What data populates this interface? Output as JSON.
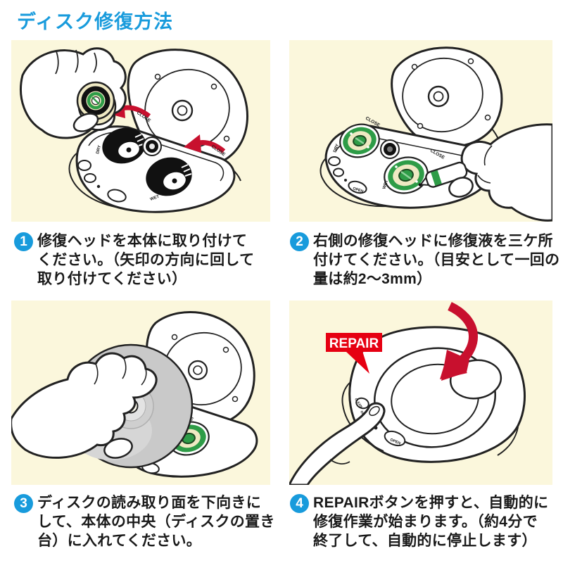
{
  "title": "ディスク修復方法",
  "steps": [
    {
      "num": "1",
      "lines": [
        "修復ヘッドを本体に取り付けて",
        "ください。（矢印の方向に回して",
        "取り付けてください）"
      ]
    },
    {
      "num": "2",
      "lines": [
        "右側の修復ヘッドに修復液を三ケ所",
        "付けてください。（目安として一回の",
        "量は約2〜3mm）"
      ]
    },
    {
      "num": "3",
      "lines": [
        "ディスクの読み取り面を下向きに",
        "して、本体の中央（ディスクの置き",
        "台）に入れてください。"
      ]
    },
    {
      "num": "4",
      "lines": [
        "REPAIRボタンを押すと、自動的に",
        "修復作業が始まります。（約4分で",
        "終了して、自動的に停止します）"
      ]
    }
  ],
  "device_labels": {
    "dry": "DRY",
    "wet": "WET",
    "close": "CLOSE",
    "open": "OPEN",
    "clean": "CLEAN",
    "repair": "REPAIR"
  },
  "callout": {
    "repair": "REPAIR"
  },
  "colors": {
    "title_blue": "#189BDC",
    "badge_blue": "#189BDC",
    "panel_cream": "#FBF7DC",
    "arrow_red": "#C8102E",
    "callout_red": "#E60012",
    "head_green": "#2E9C47",
    "head_cream": "#EFE9C3",
    "disc_gray": "#C9C9C9",
    "text_black": "#1A1A1A"
  }
}
